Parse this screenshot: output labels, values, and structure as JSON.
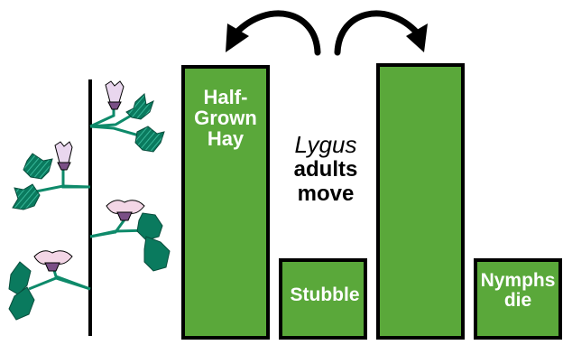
{
  "colors": {
    "bar_fill": "#5aa83a",
    "bar_stroke": "#000000",
    "leaf_dark": "#0a7a5e",
    "leaf_light": "#38b89a",
    "stem": "#000000",
    "branch": "#0e8a6a",
    "flower_pink": "#f3d6e6",
    "flower_purple": "#7a4f86",
    "label_text": "#ffffff"
  },
  "bars": [
    {
      "id": "half-grown-hay",
      "label_lines": [
        "Half-",
        "Grown",
        "Hay"
      ]
    },
    {
      "id": "stubble",
      "label_lines": [
        "Stubble"
      ]
    },
    {
      "id": "regrowth",
      "label_lines": []
    },
    {
      "id": "nymphs-die",
      "label_lines": [
        "Nymphs",
        "die"
      ]
    }
  ],
  "center_text": {
    "line1": "Lygus",
    "line2": "adults",
    "line3": "move"
  },
  "icons": {
    "plant": "cotton-plant-icon",
    "arrow_left": "curved-arrow-left-icon",
    "arrow_right": "curved-arrow-right-icon"
  }
}
